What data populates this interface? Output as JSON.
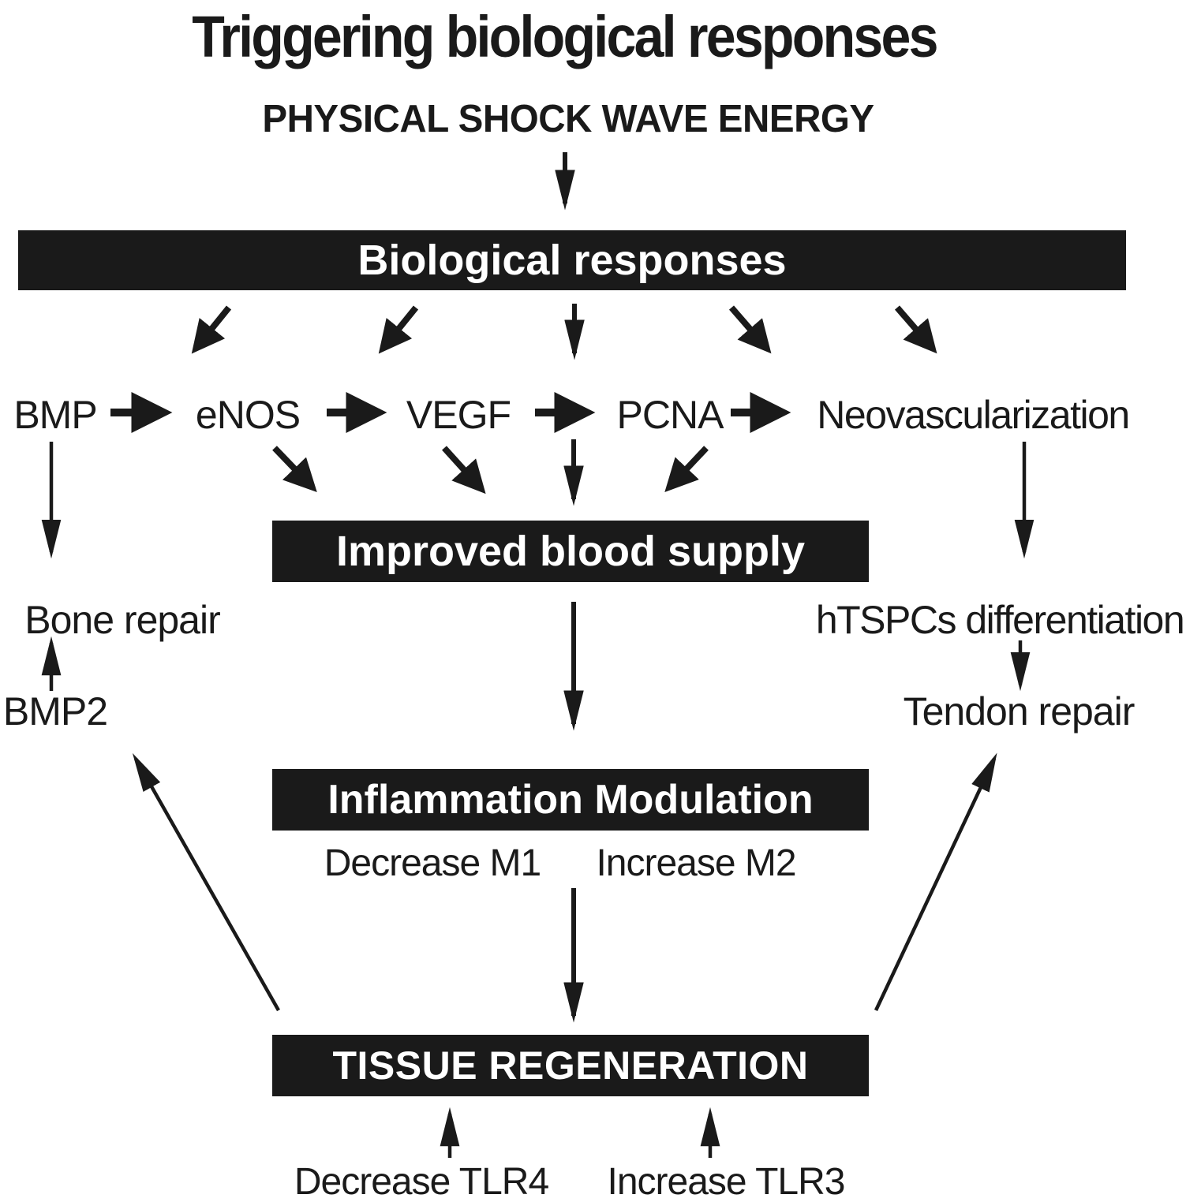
{
  "title": "Triggering biological responses",
  "source": "PHYSICAL SHOCK WAVE ENERGY",
  "bars": {
    "biological_responses": "Biological responses",
    "improved_blood_supply": "Improved blood supply",
    "inflammation_modulation": "Inflammation Modulation",
    "tissue_regeneration": "TISSUE REGENERATION"
  },
  "cascade": [
    "BMP",
    "eNOS",
    "VEGF",
    "PCNA",
    "Neovascularization"
  ],
  "bone_branch": {
    "outcome": "Bone repair",
    "mediator": "BMP2"
  },
  "tendon_branch": {
    "mediator": "hTSPCs differentiation",
    "outcome": "Tendon repair"
  },
  "inflammation_effects": {
    "m1": "Decrease M1",
    "m2": "Increase M2"
  },
  "tissue_inputs": {
    "tlr4": "Decrease TLR4",
    "tlr3": "Increase TLR3"
  },
  "colors": {
    "bar_background": "#1a1a1a",
    "bar_text": "#ffffff",
    "text": "#1a1a1a",
    "background": "#ffffff"
  }
}
